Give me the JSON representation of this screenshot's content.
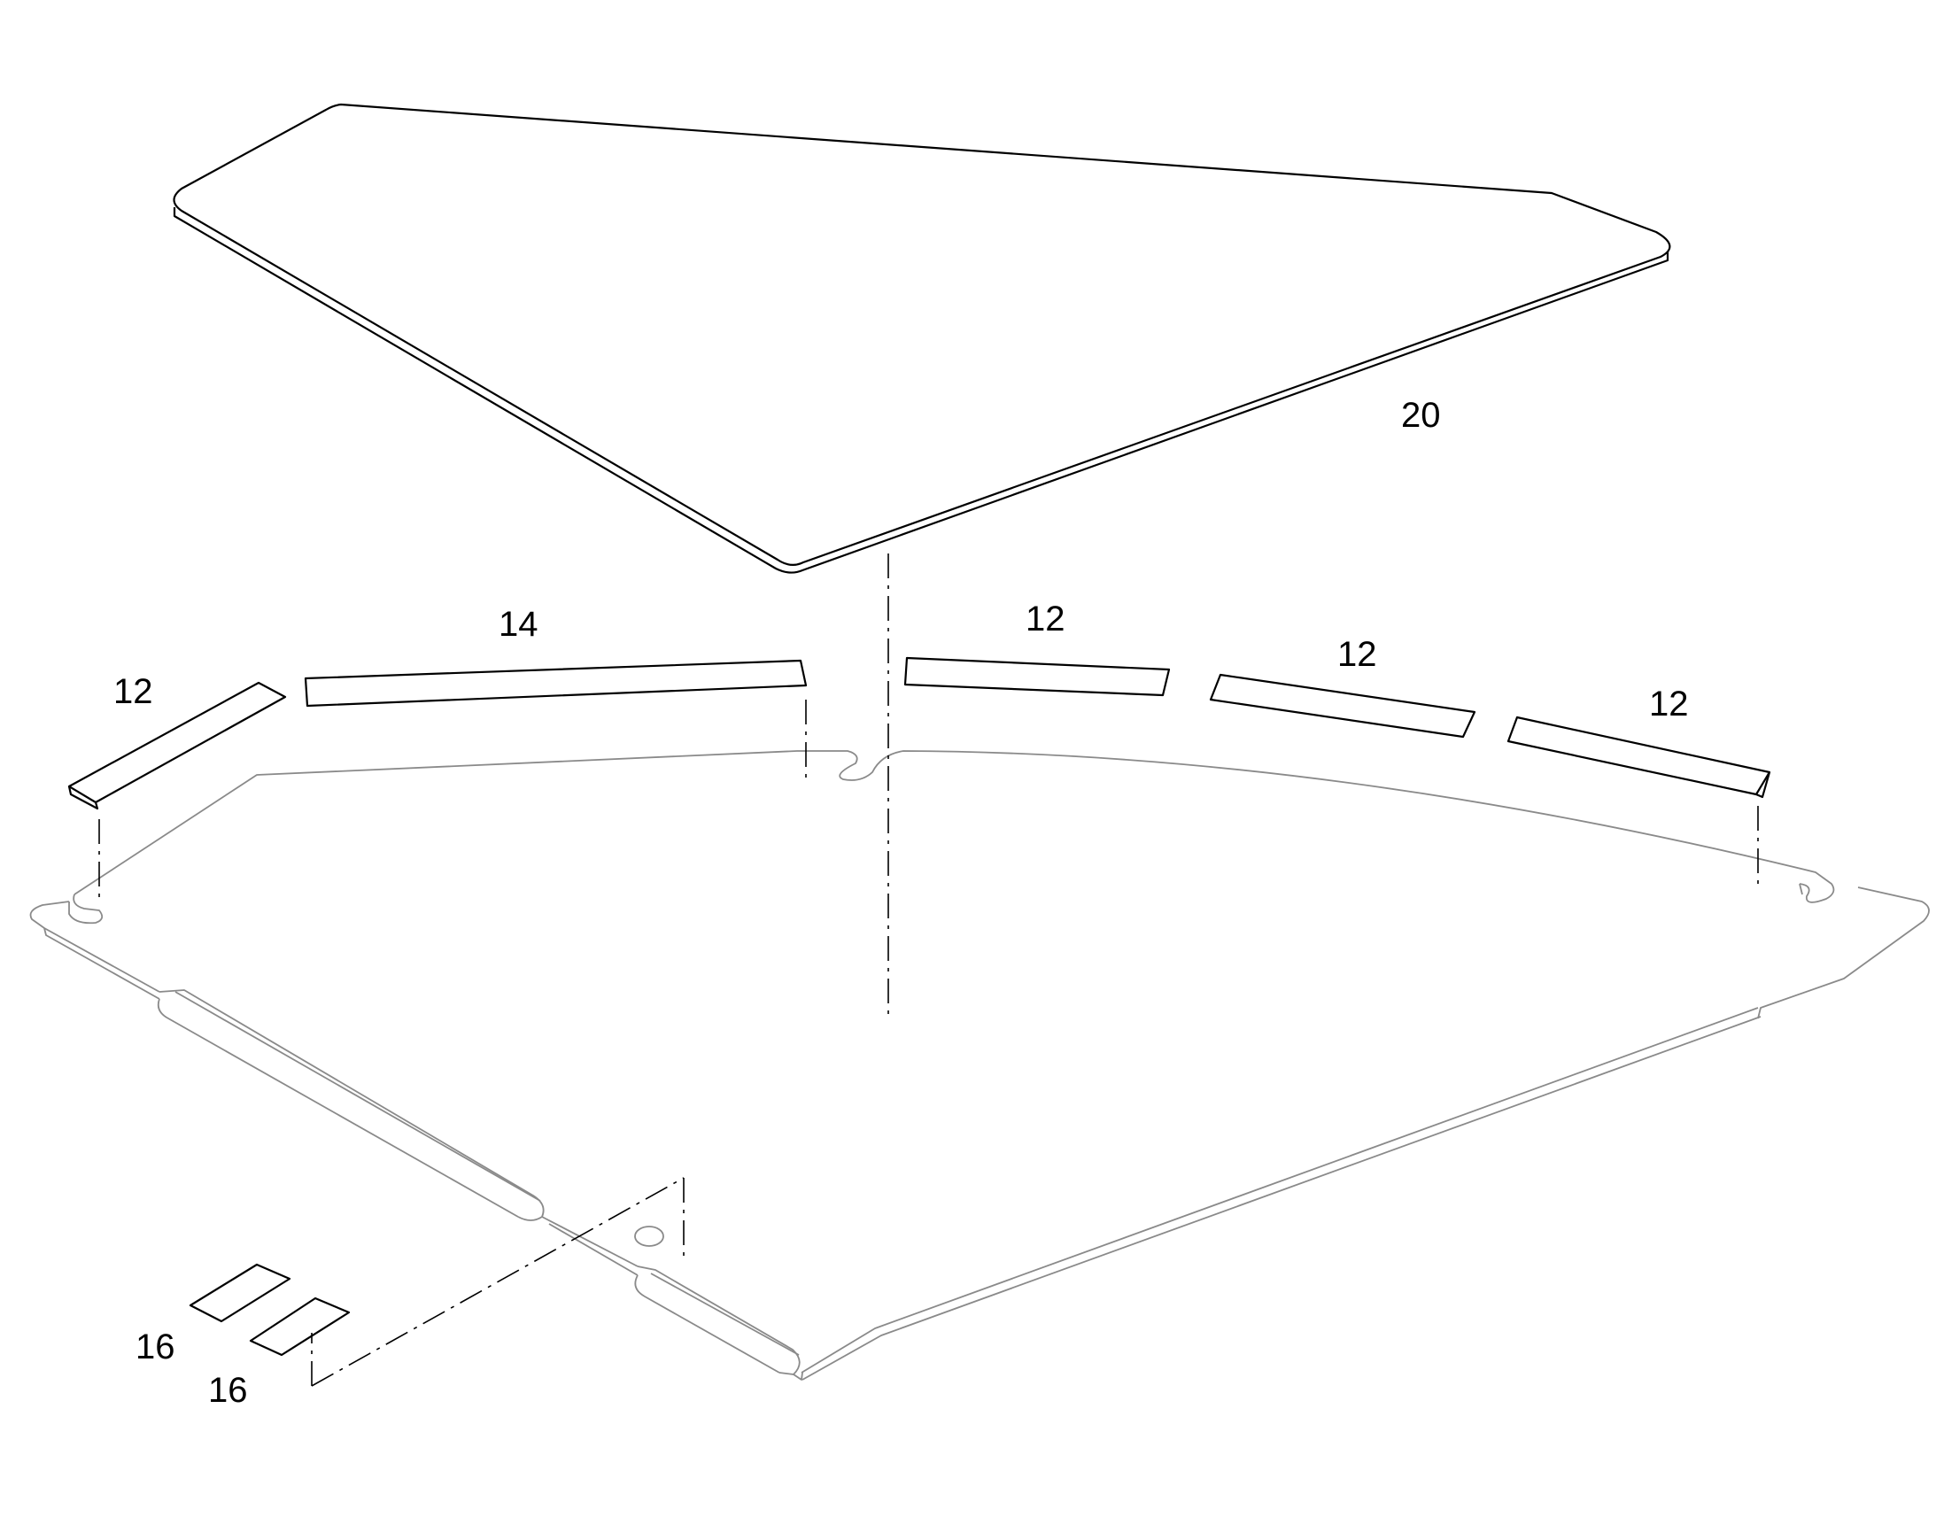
{
  "labels": {
    "top_panel": "20",
    "long_strip": "14",
    "strip_left": "12",
    "strip_center": "12",
    "strip_right_a": "12",
    "strip_right_b": "12",
    "pad_a": "16",
    "pad_b": "16"
  },
  "colors": {
    "background": "#ffffff",
    "dark_line": "#000000",
    "light_line": "#8a8a8a"
  }
}
